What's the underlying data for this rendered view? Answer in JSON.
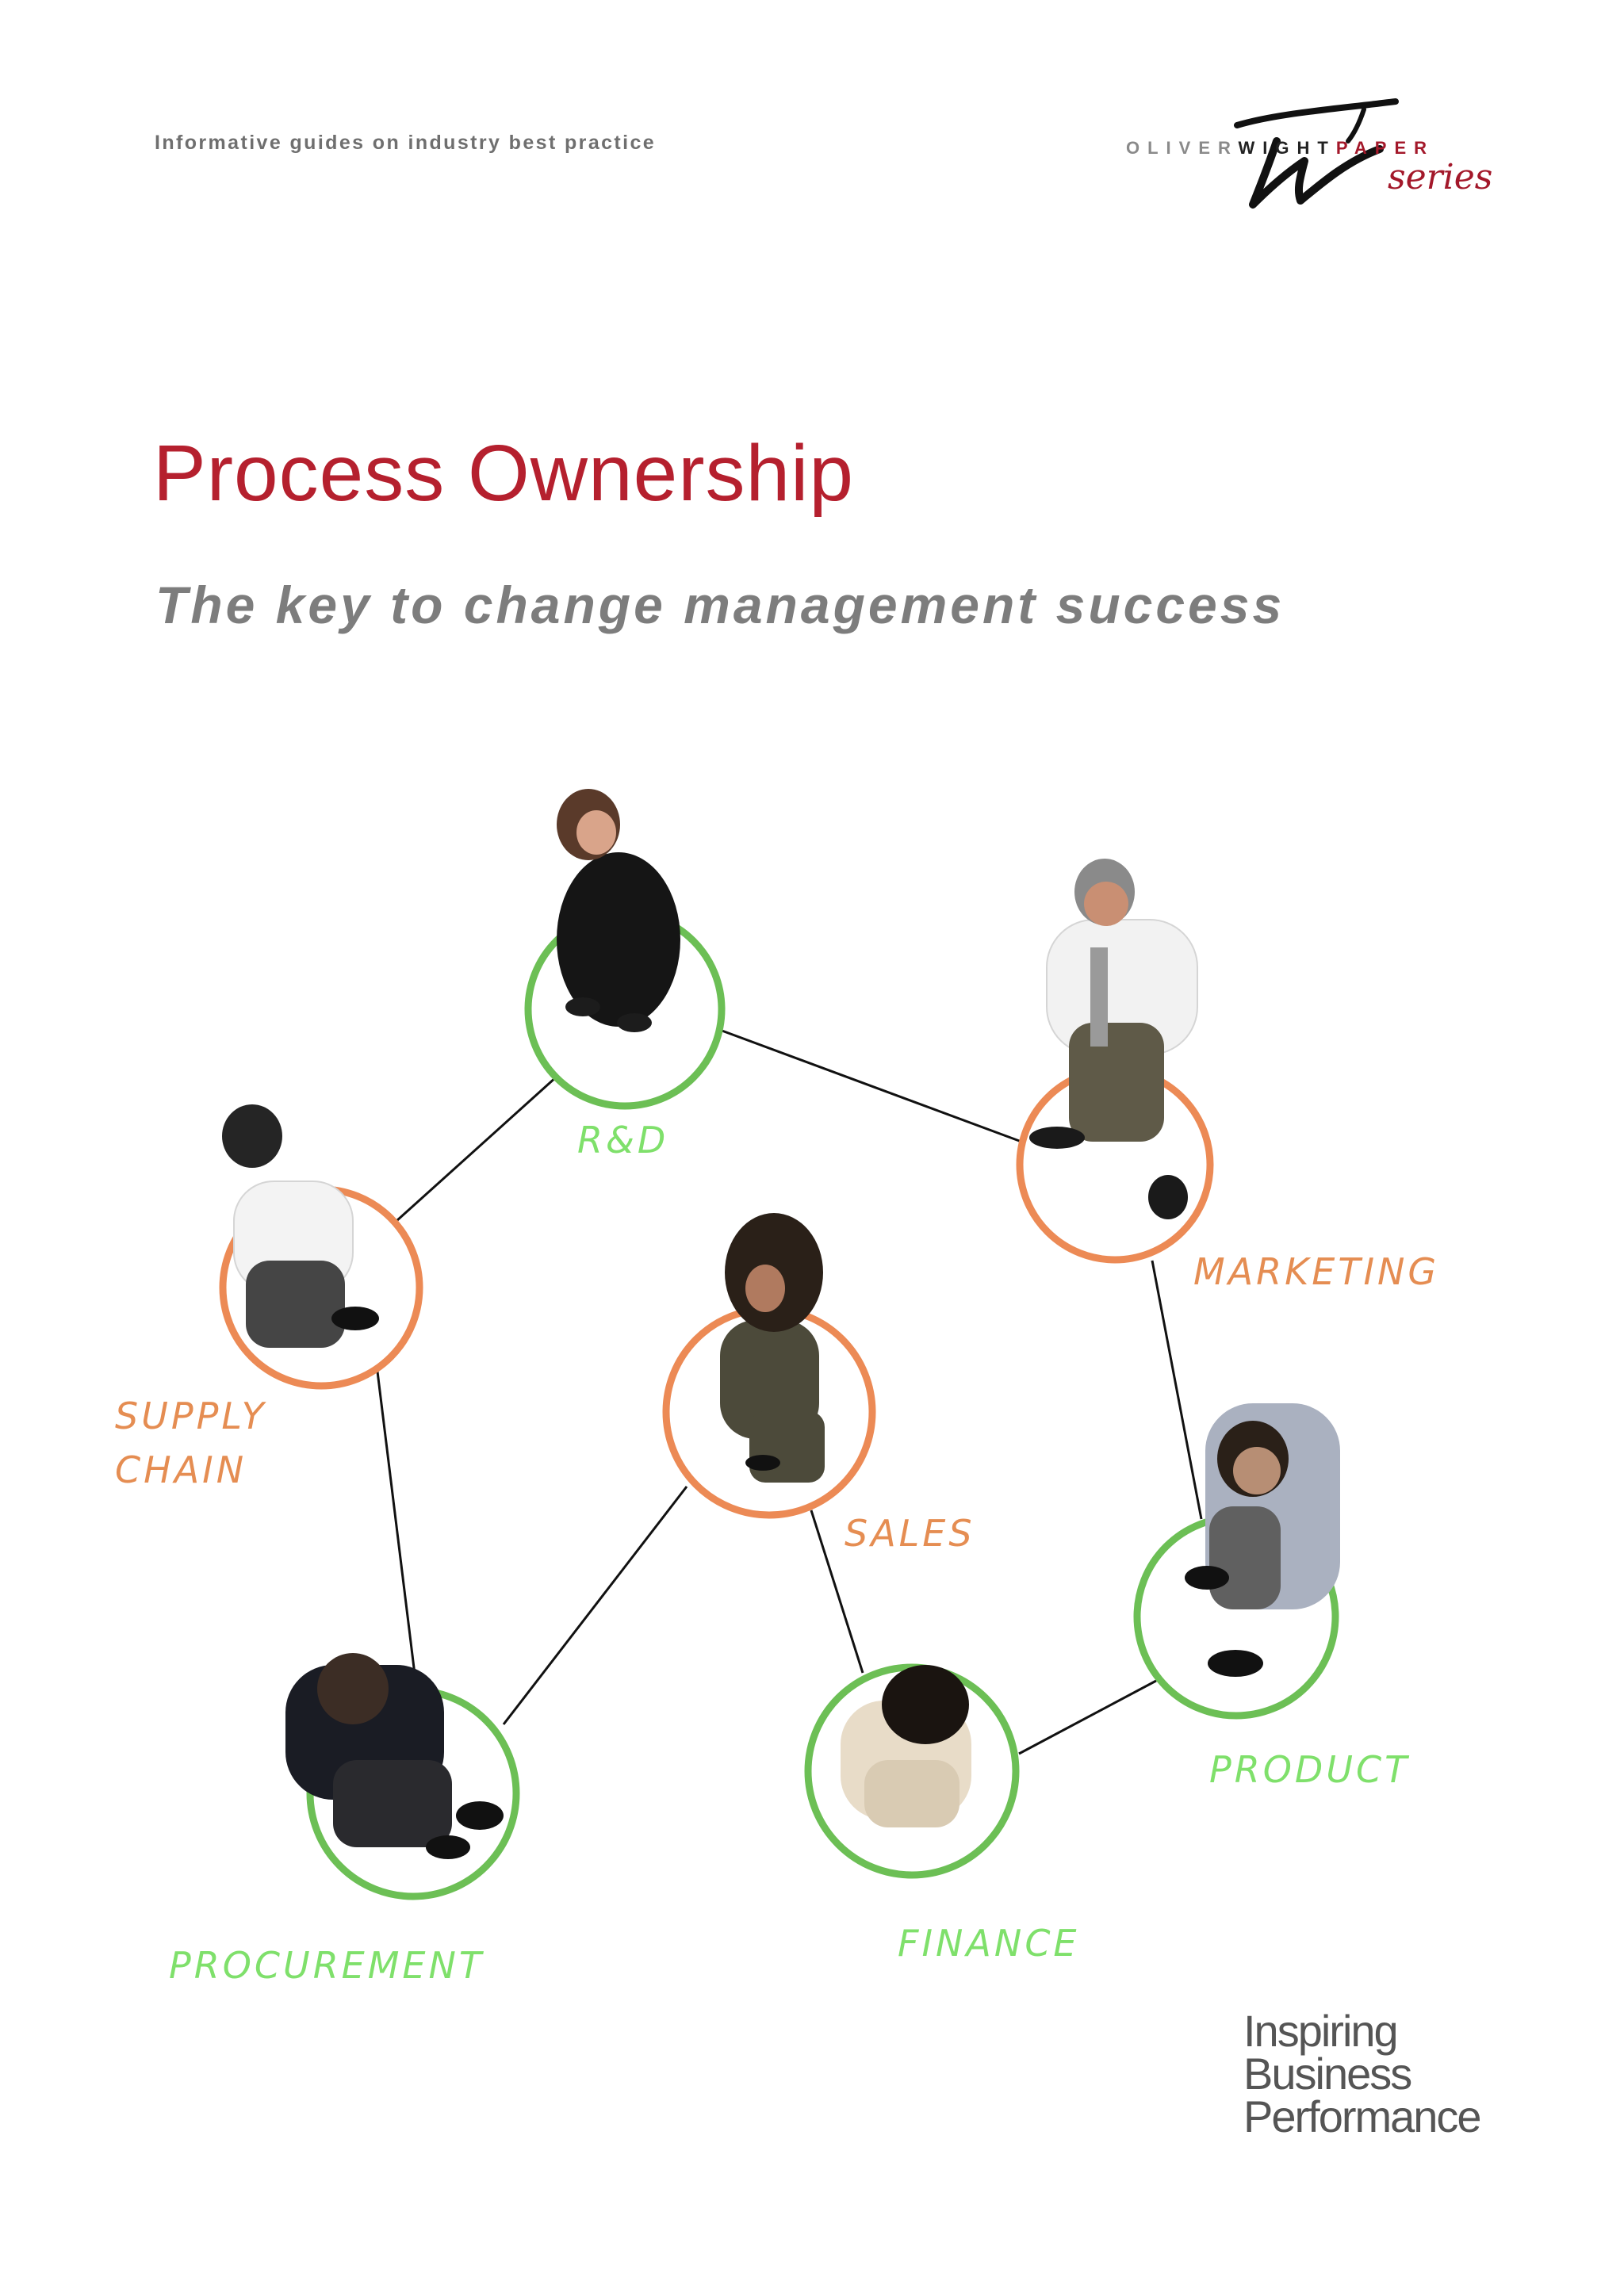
{
  "header": {
    "tagline": "Informative guides on industry best practice",
    "logo": {
      "oliver": "OLIVER",
      "wight": "WIGHT",
      "paper": "PAPER",
      "series": "series"
    }
  },
  "title": "Process Ownership",
  "subtitle": "The key to change management success",
  "diagram": {
    "nodes": [
      {
        "id": "rd",
        "label": "R&D",
        "ring_color": "green"
      },
      {
        "id": "marketing",
        "label": "MARKETING",
        "ring_color": "orange"
      },
      {
        "id": "supply_chain",
        "label_lines": [
          "SUPPLY",
          "CHAIN"
        ],
        "ring_color": "orange"
      },
      {
        "id": "sales",
        "label": "SALES",
        "ring_color": "orange"
      },
      {
        "id": "product",
        "label": "PRODUCT",
        "ring_color": "green"
      },
      {
        "id": "procurement",
        "label": "PROCUREMENT",
        "ring_color": "green"
      },
      {
        "id": "finance",
        "label": "FINANCE",
        "ring_color": "green"
      }
    ],
    "connections": [
      [
        "rd",
        "marketing"
      ],
      [
        "rd",
        "supply_chain"
      ],
      [
        "marketing",
        "product"
      ],
      [
        "supply_chain",
        "procurement"
      ],
      [
        "procurement",
        "sales"
      ],
      [
        "sales",
        "finance"
      ],
      [
        "finance",
        "product"
      ]
    ],
    "colors": {
      "green_ring": "#6cbf55",
      "orange_ring": "#ec8a55",
      "green_label": "#7fe06b",
      "orange_label": "#e58d52",
      "line": "#111111"
    }
  },
  "brand_tagline": [
    "Inspiring",
    "Business",
    "Performance"
  ],
  "colors": {
    "title": "#b5202e",
    "subtitle": "#7d7d7d",
    "tagline": "#6f6f6f"
  }
}
